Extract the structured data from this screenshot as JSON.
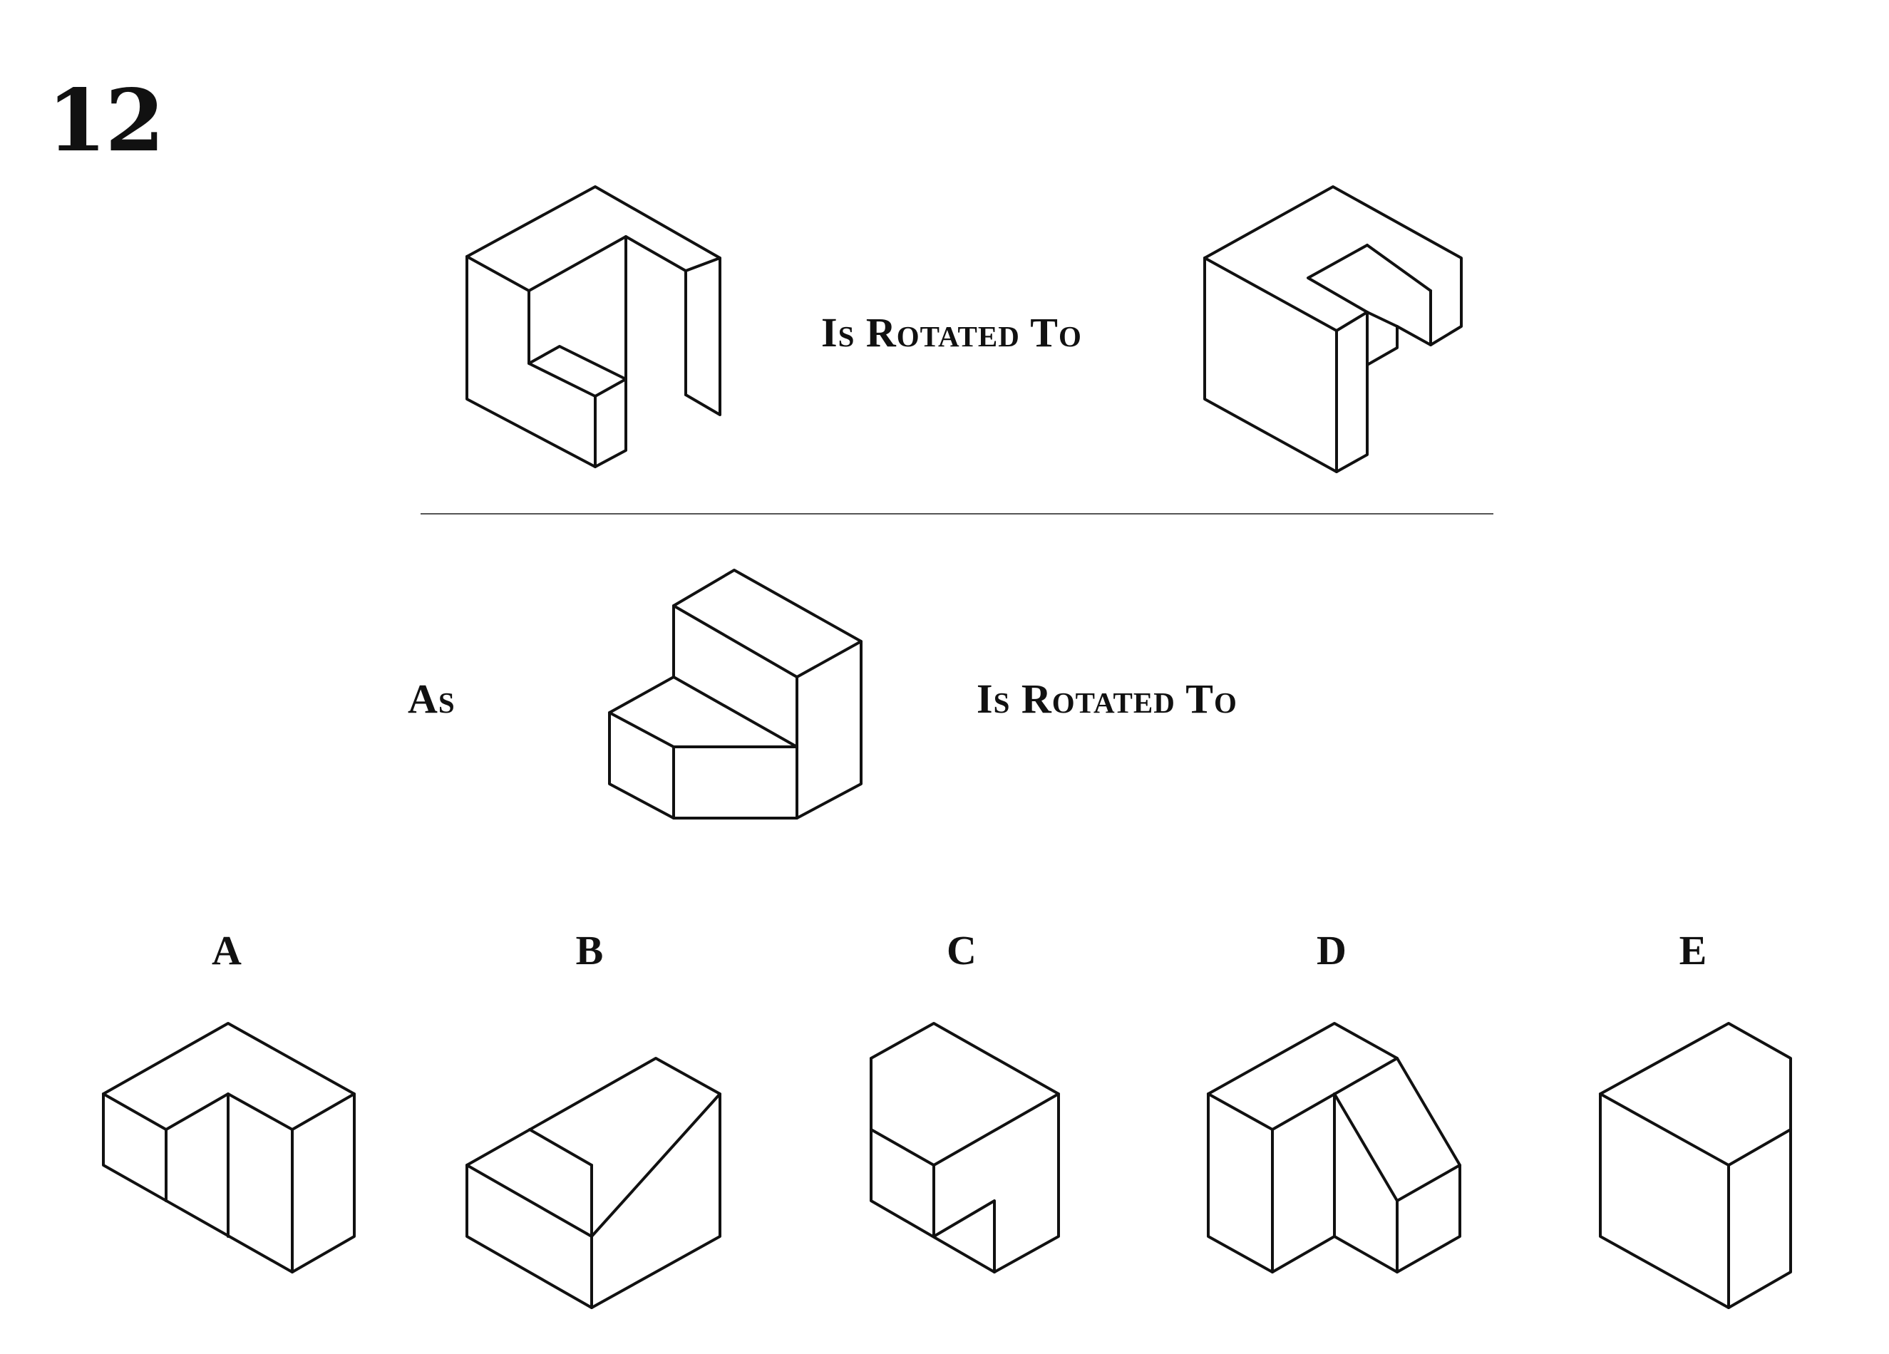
{
  "question": {
    "number": "12"
  },
  "example": {
    "phrase": "Is Rotated To"
  },
  "problem": {
    "lead": "As",
    "phrase": "Is Rotated To"
  },
  "options": [
    {
      "label": "A"
    },
    {
      "label": "B"
    },
    {
      "label": "C"
    },
    {
      "label": "D"
    },
    {
      "label": "E"
    }
  ]
}
